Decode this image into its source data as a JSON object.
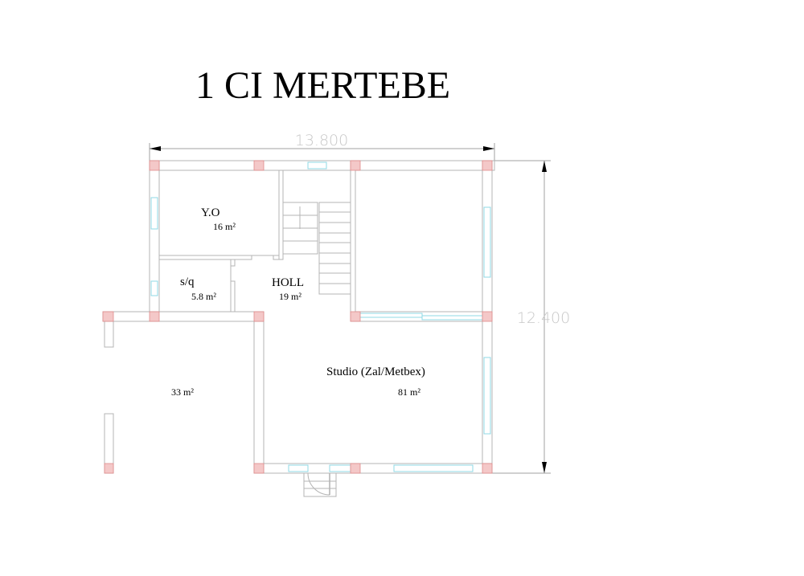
{
  "title": "1 CI MERTEBE",
  "dimensions": {
    "width": "13.800",
    "height": "12.400"
  },
  "rooms": [
    {
      "name": "Y.O",
      "area": "16 m²"
    },
    {
      "name": "s/q",
      "area": "5.8 m²"
    },
    {
      "name": "HOLL",
      "area": "19 m²"
    },
    {
      "name": "Studio (Zal/Metbex)",
      "area": "81 m²"
    },
    {
      "name": "",
      "area": "33 m²"
    }
  ],
  "colors": {
    "wall": "#b4b4b4",
    "column": "#f4c8c8",
    "window": "#8fd8e6"
  }
}
